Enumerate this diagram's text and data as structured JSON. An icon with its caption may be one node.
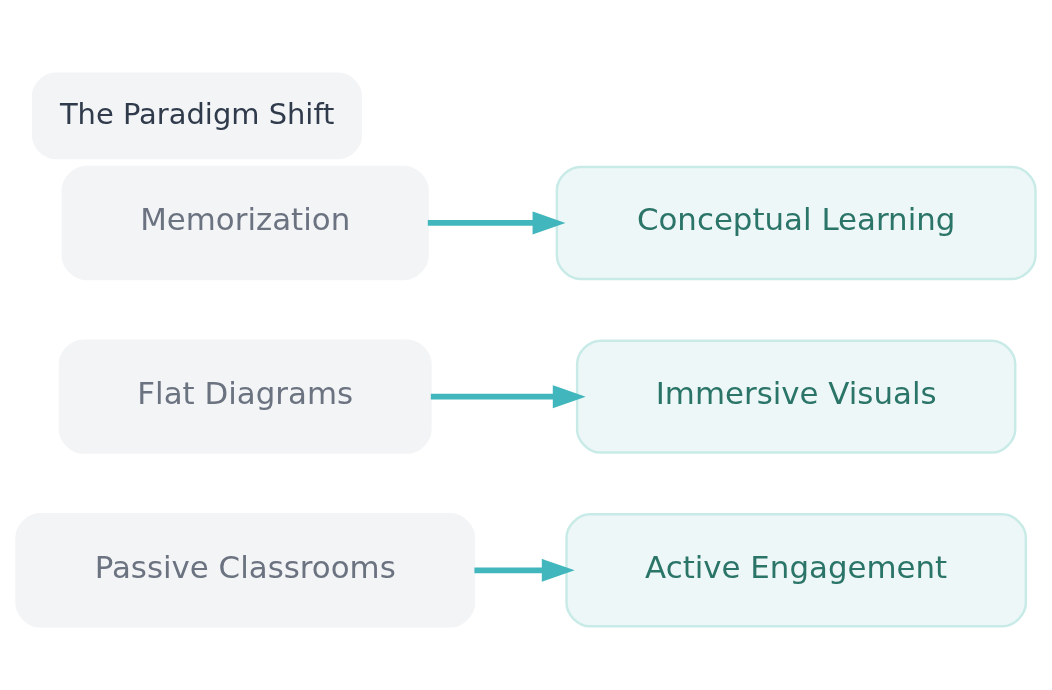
{
  "diagram": {
    "title": "The Paradigm Shift",
    "nodes": [
      {
        "text": [
          "Memorization"
        ]
      },
      {
        "text": [
          "Conceptual Learning"
        ]
      },
      {
        "text": [
          "Flat Diagrams"
        ]
      },
      {
        "text": [
          "Immersive Visuals"
        ]
      },
      {
        "text": [
          "Passive Classrooms"
        ]
      },
      {
        "text": [
          "Active Engagement"
        ]
      }
    ],
    "edges": [
      {
        "from": 0,
        "to": 1,
        "arrow": "to"
      },
      {
        "from": 2,
        "to": 3,
        "arrow": "to"
      },
      {
        "from": 4,
        "to": 5,
        "arrow": "to"
      }
    ]
  }
}
